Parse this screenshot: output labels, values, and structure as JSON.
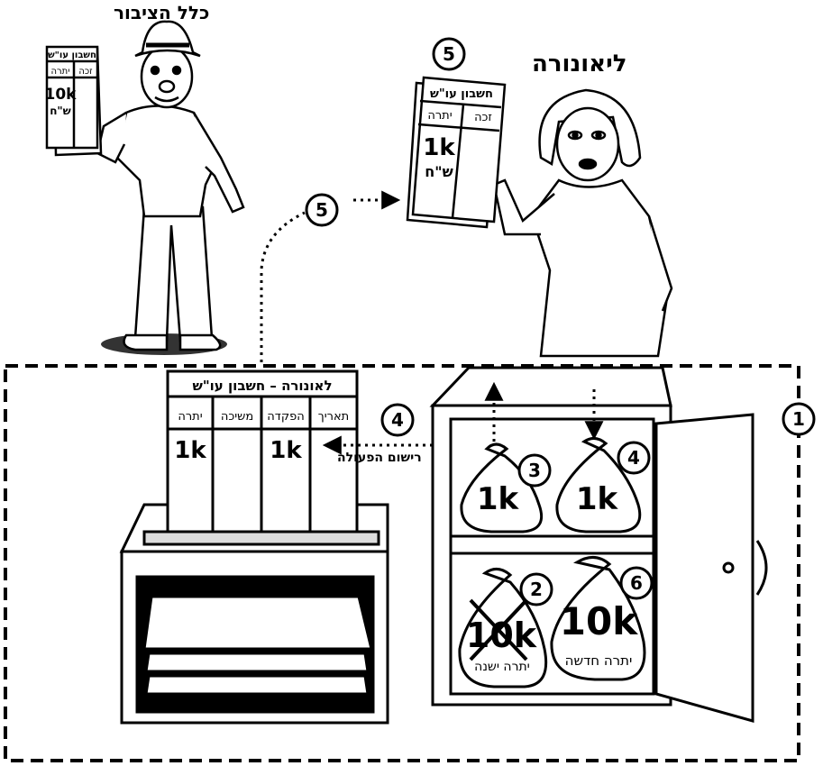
{
  "figure_labels": {
    "public": "כלל הציבור",
    "leonora": "ליאונורה",
    "action_record": "רישום הפעולה"
  },
  "public_card": {
    "title": "חשבון עו\"ש",
    "col_right": "זכה",
    "col_left": "יתרה",
    "amount": "10k",
    "currency": "ש\"ח"
  },
  "leonora_card": {
    "title": "חשבון עו\"ש",
    "col_right": "זכה",
    "col_left": "יתרה",
    "amount": "1k",
    "currency": "ש\"ח"
  },
  "ledger": {
    "title": "לאונורה – חשבון עו\"ש",
    "columns": [
      "תאריך",
      "הפקדה",
      "משיכה",
      "יתרה"
    ],
    "deposit_value": "1k",
    "balance_value": "1k"
  },
  "bags": {
    "bag3_value": "1k",
    "bag4_value": "1k",
    "bag2_value": "10k",
    "bag2_caption": "יתרה ישנה",
    "bag6_value": "10k",
    "bag6_caption": "יתרה חדשה"
  },
  "steps": {
    "s1": "1",
    "s2": "2",
    "s3": "3",
    "s4a": "4",
    "s4b": "4",
    "s5a": "5",
    "s5b": "5",
    "s6": "6"
  }
}
